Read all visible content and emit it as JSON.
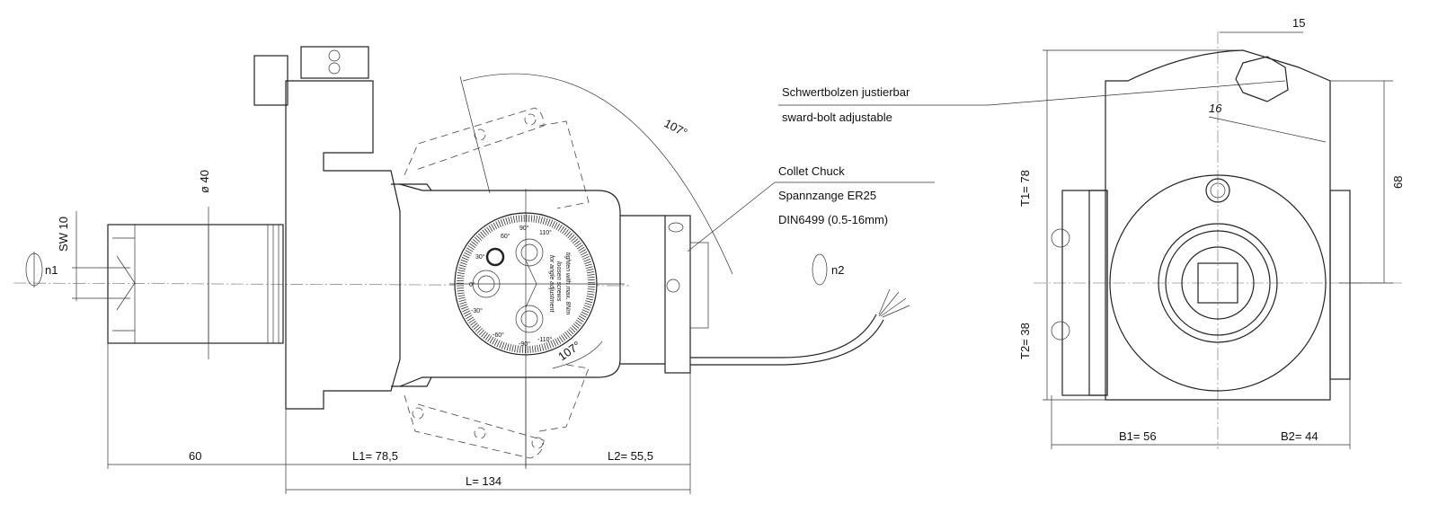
{
  "annotations": {
    "bolt_de": "Schwertbolzen justierbar",
    "bolt_en": "sward-bolt adjustable",
    "collet_en": "Collet Chuck",
    "collet_de": "Spannzange ER25",
    "collet_norm": "DIN6499 (0.5-16mm)"
  },
  "dimensions": {
    "bolt_offset": "15",
    "bolt_width": "16",
    "t1": "T1=   78",
    "height_68": "68",
    "t2": "T2=   38",
    "b1": "B1=    56",
    "b2": "B2=    44",
    "shank_len": "60",
    "l1": "L1=    78,5",
    "l2": "L2=    55,5",
    "l": "L=    134",
    "diameter": "ø 40",
    "sw": "SW  10",
    "angle_top": "107°",
    "angle_bottom": "107°"
  },
  "rotation": {
    "n1": "n1",
    "n2": "n2"
  },
  "dial": {
    "ticks": [
      "0°",
      "30°",
      "60°",
      "90°",
      "110°",
      "-30°",
      "-60°",
      "-90°",
      "-110°"
    ],
    "note1": "for angle adjustment",
    "note2": "loosen screws",
    "note3": "tighten with max. 8Nm"
  }
}
